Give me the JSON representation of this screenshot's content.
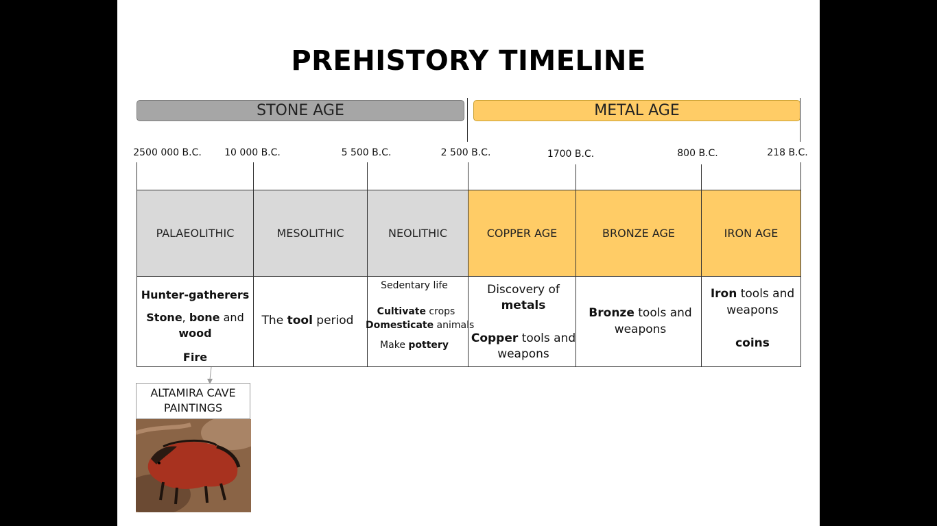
{
  "title": "PREHISTORY TIMELINE",
  "ages": {
    "stone": "STONE AGE",
    "metal": "METAL AGE"
  },
  "dates": [
    "2500 000 B.C.",
    "10 000 B.C.",
    "5 500 B.C.",
    "2 500 B.C.",
    "1700 B.C.",
    "800 B.C.",
    "218 B.C."
  ],
  "periods": [
    {
      "name": "PALAEOLITHIC"
    },
    {
      "name": "MESOLITHIC"
    },
    {
      "name": "NEOLITHIC"
    },
    {
      "name": "COPPER AGE"
    },
    {
      "name": "BRONZE AGE"
    },
    {
      "name": "IRON AGE"
    }
  ],
  "descriptions": {
    "palaeolithic": {
      "line1": "Hunter-gatherers",
      "stone": "Stone",
      "comma": ", ",
      "bone": "bone",
      "and": " and",
      "wood": "wood",
      "fire": "Fire"
    },
    "mesolithic": {
      "pre": "The ",
      "tool": "tool",
      "post": " period"
    },
    "neolithic": {
      "sedentary": "Sedentary life",
      "cultivate": "Cultivate",
      "crops": " crops",
      "domesticate": "Domesticate",
      "animals": " animals",
      "make": "Make ",
      "pottery": "pottery"
    },
    "copper": {
      "discovery": "Discovery of",
      "metals": "metals",
      "copper": "Copper",
      "tools": " tools and",
      "weapons": "weapons"
    },
    "bronze": {
      "bronze": "Bronze",
      "tools": " tools and",
      "weapons": "weapons"
    },
    "iron": {
      "iron": "Iron",
      "tools": " tools and",
      "weapons": "weapons",
      "coins": "coins"
    }
  },
  "callout": {
    "line1": "ALTAMIRA CAVE",
    "line2": "PAINTINGS"
  },
  "colors": {
    "stone": "#a6a6a6",
    "stone_cells": "#d9d9d9",
    "metal": "#ffcc66"
  }
}
